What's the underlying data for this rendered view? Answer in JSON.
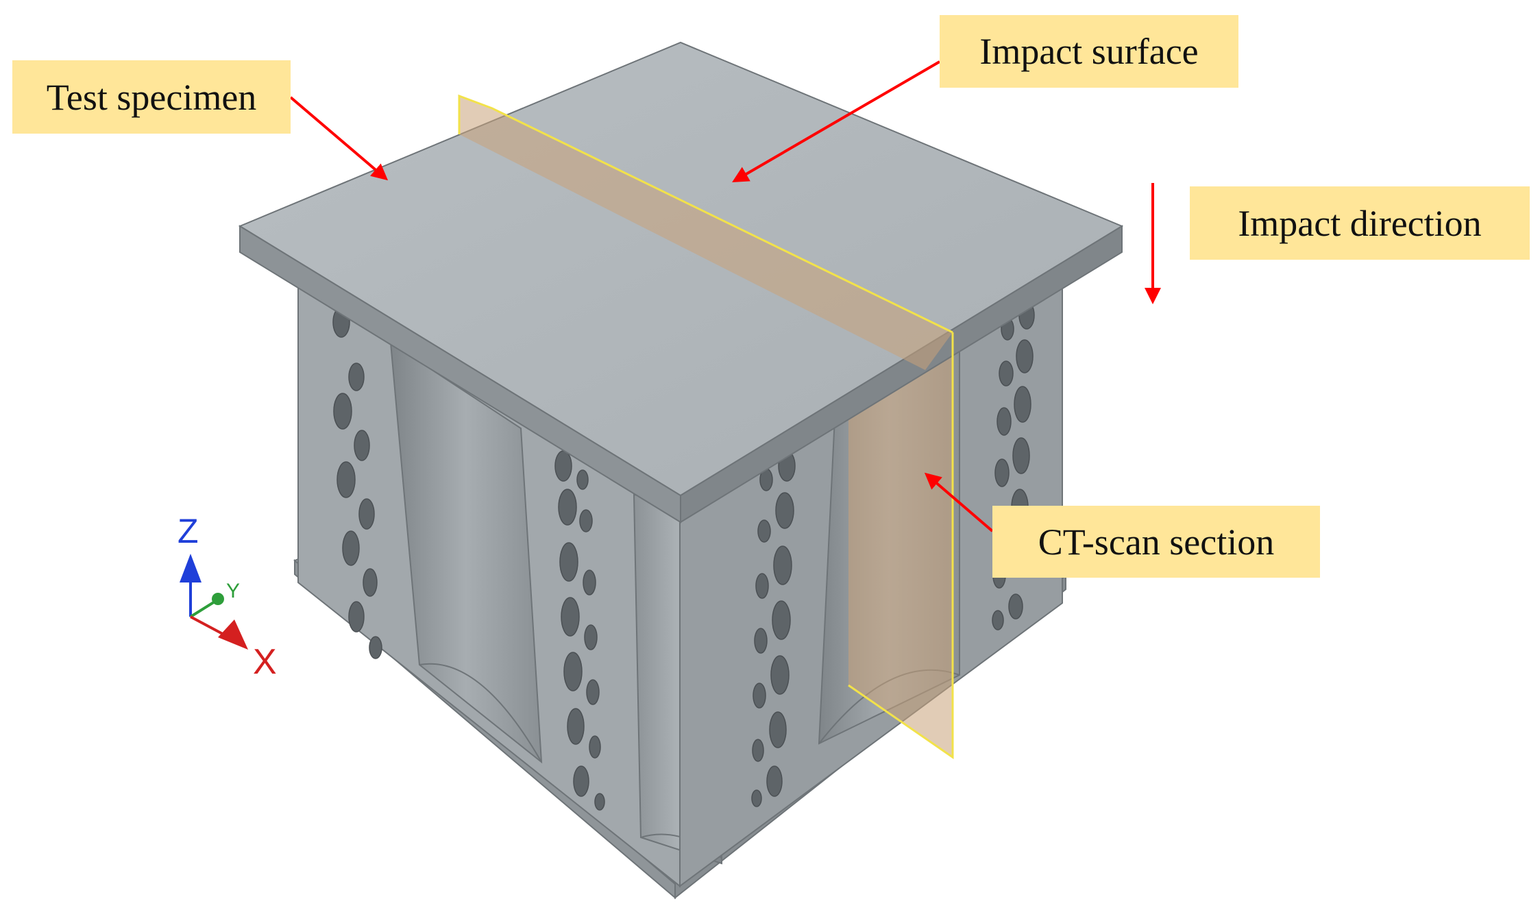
{
  "colors": {
    "callout_fill": "#FFE699",
    "arrow": "#FF0000",
    "section_plane_fill": "#C8A27A",
    "section_plane_edge": "#F2E24A",
    "specimen_top": "#B1B7BB",
    "specimen_side": "#9EA3A7",
    "axis_z": "#1F3FD9",
    "axis_y": "#2E9E3A",
    "axis_x": "#D42020"
  },
  "labels": {
    "test_specimen": "Test specimen",
    "impact_surface": "Impact surface",
    "impact_direction": "Impact direction",
    "ct_scan_section": "CT-scan section"
  },
  "axes": {
    "z": "Z",
    "y": "Y",
    "x": "X"
  },
  "icons": {
    "triad": "xyz-axis-triad-icon",
    "arrow": "red-arrow-icon"
  }
}
